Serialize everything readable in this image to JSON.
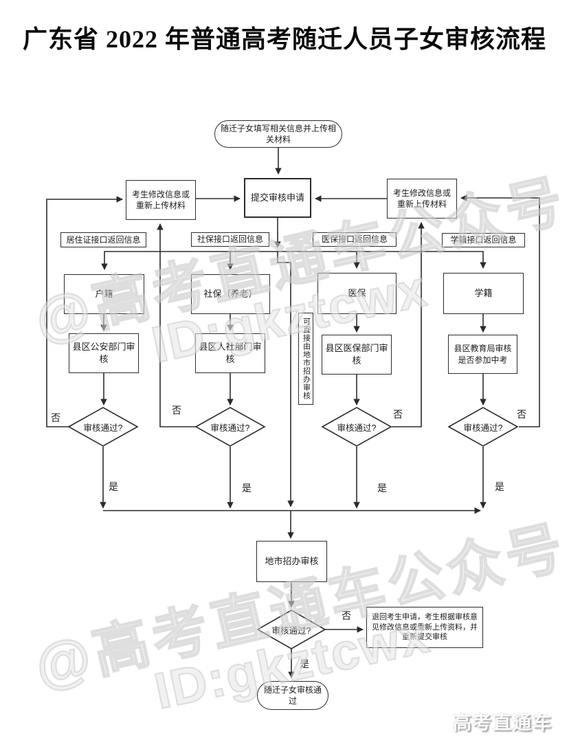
{
  "title": "广东省 2022 年普通高考随迁人员子女审核流程",
  "nodes": {
    "start": "随迁子女填写相关信息并上传相关材料",
    "submit": "提交审核申请",
    "modify_left": "考生修改信息或重新上传材料",
    "modify_right": "考生修改信息或重新上传材料",
    "label_residence": "居住证接口返回信息",
    "label_social": "社保接口返回信息",
    "label_medical": "医保接口返回信息",
    "label_student": "学籍接口返回信息",
    "hukou": "户籍",
    "shebao": "社保（养老）",
    "yibao": "医保",
    "xueji": "学籍",
    "review_police": "县区公安部门审核",
    "review_hr": "县区人社部门审核",
    "review_medical": "县区医保部门审核",
    "review_edu": "县区教育局审核是否参加中考",
    "direct_note": "可直接由地市招办审核",
    "city_review": "地市招办审核",
    "decision": "审核通过?",
    "return_box": "退回考生申请，考生根据审核意见修改信息或重新上传资料，并重新提交审核",
    "end": "随迁子女审核通过"
  },
  "branch_labels": {
    "no": "否",
    "yes": "是"
  },
  "watermark": {
    "line1": "@高考直通车公众号",
    "line2": "ID:gkztcwx"
  },
  "footer_logo": "高考直通车",
  "colors": {
    "line": "#2b2b2b",
    "watermark": "#c9c9c9"
  }
}
